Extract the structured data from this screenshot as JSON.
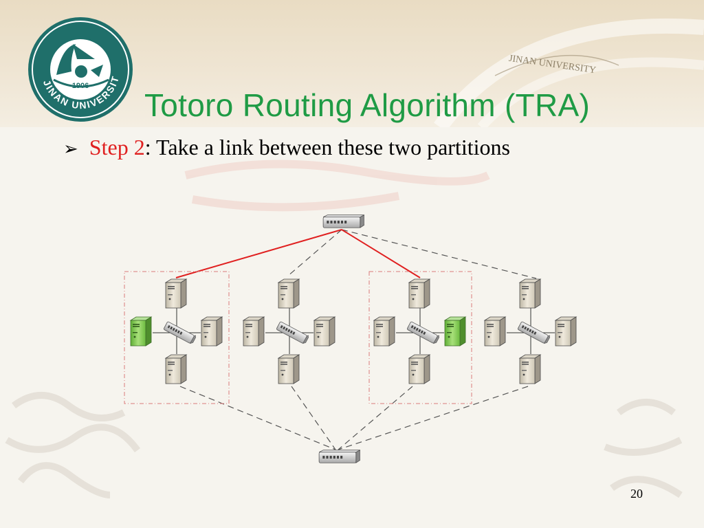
{
  "slide": {
    "title": "Totoro Routing Algorithm (TRA)",
    "bullet": {
      "step": "Step 2",
      "rest": ": Take a link between these two partitions"
    },
    "page_number": "20"
  },
  "logo": {
    "seal_text": "JINAN UNIVERSITY",
    "year": "1906",
    "banner_text": "JINAN UNIVERSITY"
  },
  "colors": {
    "title": "#1f9b45",
    "step": "#e02020",
    "selected_link": "#e02020",
    "selected_server": "#7fce4a",
    "partition_box": "#d97a7a"
  }
}
